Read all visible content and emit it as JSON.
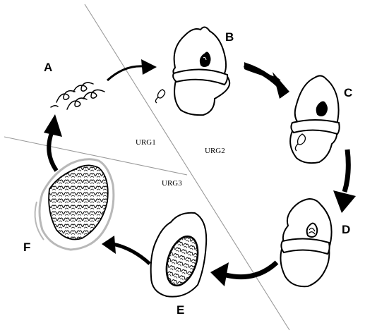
{
  "stages": [
    {
      "letter": "A"
    },
    {
      "letter": "B"
    },
    {
      "letter": "C"
    },
    {
      "letter": "D"
    },
    {
      "letter": "E"
    },
    {
      "letter": "F"
    }
  ],
  "regions": [
    "URG1",
    "URG2",
    "URG3"
  ],
  "colors": {
    "ink": "#000000",
    "divider": "#9a9a9a",
    "halo": "#b8b8b8",
    "background": "#ffffff"
  }
}
